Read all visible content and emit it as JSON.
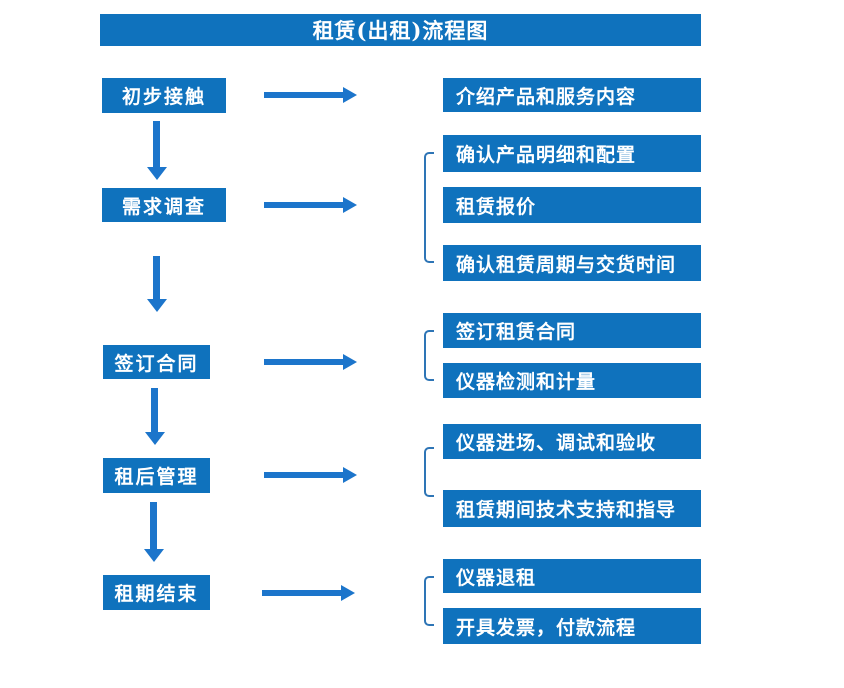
{
  "title": "租赁(出租)流程图",
  "colors": {
    "box_blue": "#0F72BD",
    "arrow_blue": "#1C75CB",
    "bracket_blue": "#2E75B6",
    "text_white": "#FFFFFF"
  },
  "flow": [
    {
      "step": "初步接触",
      "details": [
        "介绍产品和服务内容"
      ]
    },
    {
      "step": "需求调查",
      "details": [
        "确认产品明细和配置",
        "租赁报价",
        "确认租赁周期与交货时间"
      ]
    },
    {
      "step": "签订合同",
      "details": [
        "签订租赁合同",
        "仪器检测和计量"
      ]
    },
    {
      "step": "租后管理",
      "details": [
        "仪器进场、调试和验收",
        "租赁期间技术支持和指导"
      ]
    },
    {
      "step": "租期结束",
      "details": [
        "仪器退租",
        "开具发票，付款流程"
      ]
    }
  ]
}
